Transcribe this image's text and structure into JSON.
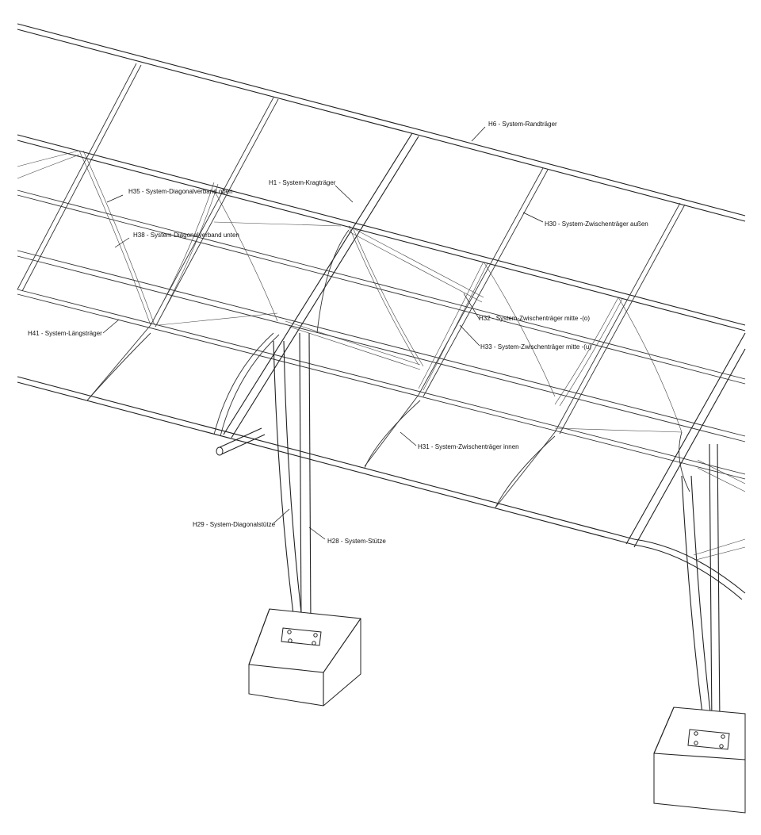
{
  "labels": {
    "h6": "H6 - System-Randträger",
    "h1": "H1 - System-Kragträger",
    "h35": "H35 - System-Diagonalverband oben",
    "h38": "H38 - System-Diagonalverband unten",
    "h30": "H30 - System-Zwischenträger außen",
    "h32": "H32 - System-Zwischenträger mitte -(o)",
    "h33": "H33 - System-Zwischenträger mitte -(u)",
    "h41": "H41 - System-Längsträger",
    "h31": "H31 - System-Zwischenträger innen",
    "h29": "H29 - System-Diagonalstütze",
    "h28": "H28 - System-Stütze"
  },
  "colors": {
    "line": "#222222",
    "background": "#ffffff"
  }
}
